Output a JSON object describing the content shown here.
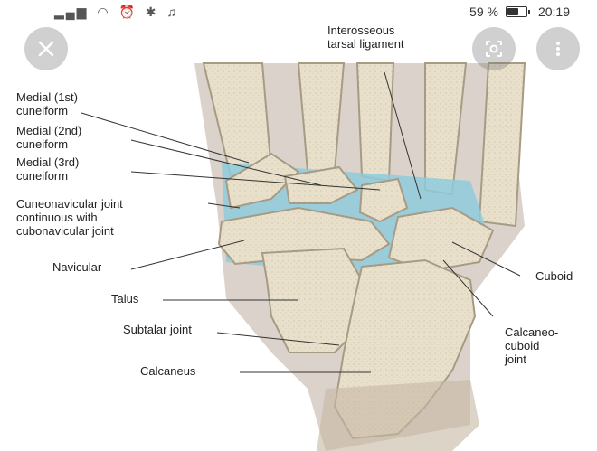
{
  "status_bar": {
    "icons": [
      "signal-icon",
      "wifi-icon",
      "alarm-icon",
      "bluetooth-icon",
      "nfc-icon"
    ],
    "battery_percent": "59 %",
    "battery_level": 0.59,
    "time": "20:19"
  },
  "viewer": {
    "close_icon": "close-icon",
    "lens_icon": "lens-icon",
    "more_icon": "more-vertical-icon"
  },
  "image": {
    "labels": {
      "interosseous": "Interosseous\ntarsal ligament",
      "medial1": "Medial (1st)\ncuneiform",
      "medial2": "Medial (2nd)\ncuneiform",
      "medial3": "Medial (3rd)\ncuneiform",
      "cuneonavicular": "Cuneonavicular joint\ncontinuous with\ncubonavicular joint",
      "navicular": "Navicular",
      "talus": "Talus",
      "subtalar": "Subtalar joint",
      "calcaneus": "Calcaneus",
      "cuboid": "Cuboid",
      "calcaneocuboid": "Calcaneo-\ncuboid\njoint"
    },
    "colors": {
      "bone": "#e9e0cc",
      "bone_edge": "#a79b83",
      "ligament": "#8ecbdc",
      "shadow": "#7a6a5a"
    }
  }
}
